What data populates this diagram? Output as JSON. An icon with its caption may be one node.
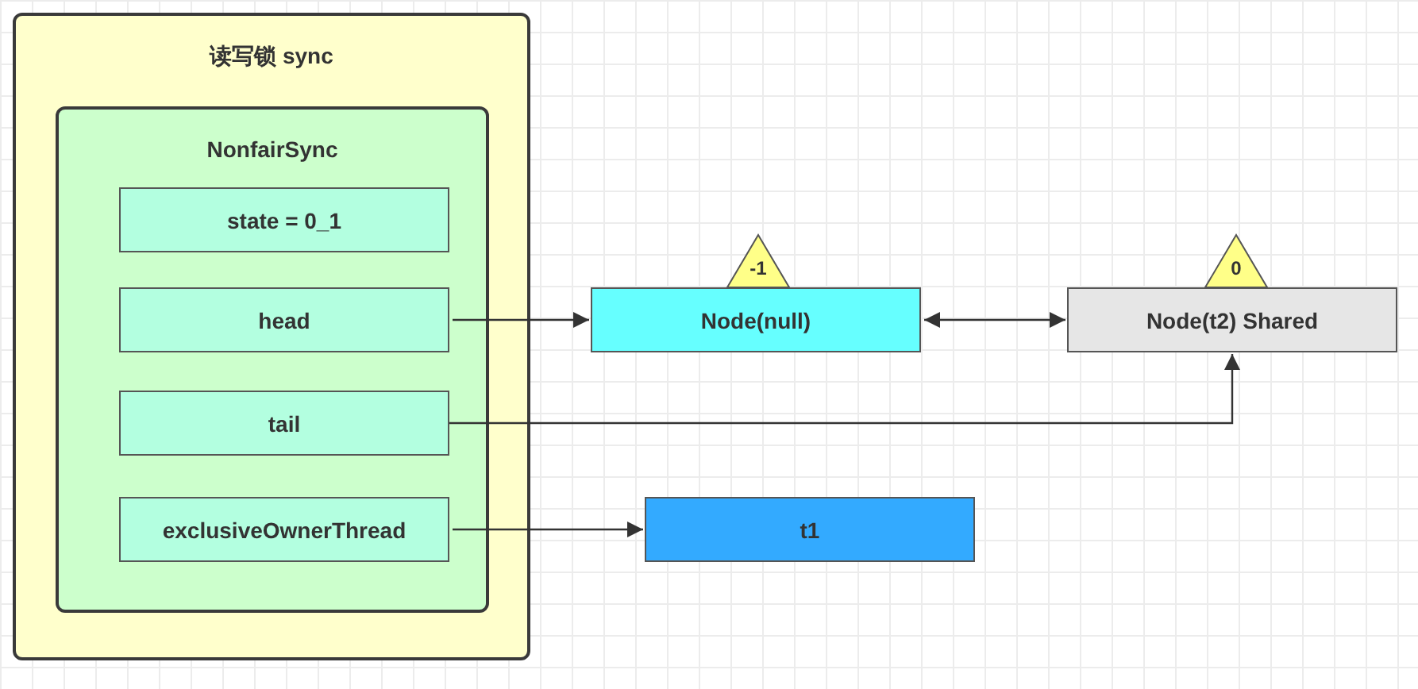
{
  "diagram": {
    "nodes": [
      {
        "text": [
          "读写锁 sync"
        ]
      },
      {
        "text": [
          "NonfairSync"
        ],
        "in": 0
      },
      {
        "text": [
          "state = 0_1"
        ],
        "in": 1
      },
      {
        "text": [
          "head"
        ],
        "in": 1
      },
      {
        "text": [
          "tail"
        ],
        "in": 1
      },
      {
        "text": [
          "exclusiveOwnerThread"
        ],
        "in": 1
      },
      {
        "text": [
          "Node(null)"
        ]
      },
      {
        "text": [
          "-1"
        ]
      },
      {
        "text": [
          "Node(t2) Shared"
        ]
      },
      {
        "text": [
          "0"
        ]
      },
      {
        "text": [
          "t1"
        ]
      }
    ],
    "edges": [
      {
        "from": 3,
        "to": 6,
        "arrow": "to"
      },
      {
        "from": 6,
        "to": 8,
        "arrow": "both"
      },
      {
        "from": 4,
        "to": 8,
        "arrow": "to"
      },
      {
        "from": 5,
        "to": 10,
        "arrow": "to"
      }
    ]
  }
}
